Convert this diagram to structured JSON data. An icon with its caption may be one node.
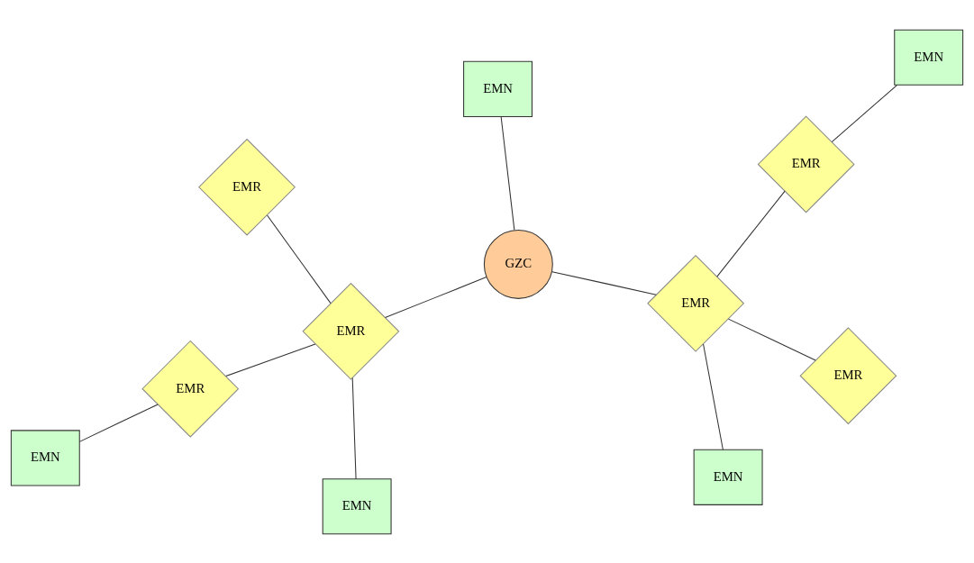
{
  "diagram": {
    "nodes": [
      {
        "text": [
          "EMR"
        ]
      },
      {
        "text": [
          "EMN"
        ]
      },
      {
        "text": [
          "EMN"
        ]
      },
      {
        "text": [
          "GZC"
        ]
      },
      {
        "text": [
          "EMR"
        ]
      },
      {
        "text": [
          "EMR"
        ]
      },
      {
        "text": [
          "EMR"
        ]
      },
      {
        "text": [
          "EMR"
        ]
      },
      {
        "text": [
          "EMN"
        ]
      },
      {
        "text": [
          "EMR"
        ]
      },
      {
        "text": [
          "EMN"
        ]
      },
      {
        "text": [
          "EMN"
        ]
      }
    ],
    "edges": [
      {
        "from": 0,
        "to": 5,
        "arrow": "none"
      },
      {
        "from": 1,
        "to": 3,
        "arrow": "none"
      },
      {
        "from": 2,
        "to": 4,
        "arrow": "none"
      },
      {
        "from": 3,
        "to": 5,
        "arrow": "none"
      },
      {
        "from": 3,
        "to": 4,
        "arrow": "none"
      },
      {
        "from": 5,
        "to": 6,
        "arrow": "none"
      },
      {
        "from": 5,
        "to": 8,
        "arrow": "none"
      },
      {
        "from": 6,
        "to": 10,
        "arrow": "none"
      },
      {
        "from": 4,
        "to": 9,
        "arrow": "none"
      },
      {
        "from": 4,
        "to": 7,
        "arrow": "none"
      },
      {
        "from": 7,
        "to": 11,
        "arrow": "none"
      }
    ]
  }
}
